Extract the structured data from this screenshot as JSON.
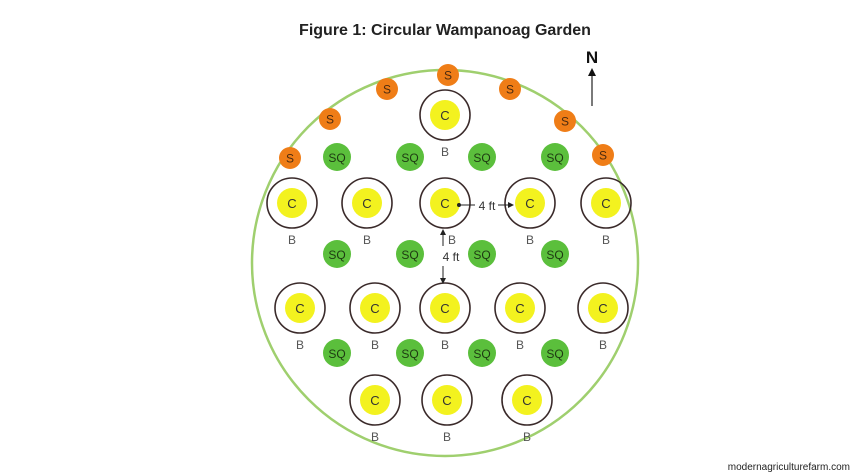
{
  "title": "Figure 1: Circular Wampanoag Garden",
  "north_label": "N",
  "labels": {
    "corn": "C",
    "beans": "B",
    "squash": "SQ",
    "sunflower": "S"
  },
  "spacing": {
    "horizontal": "4 ft",
    "vertical": "4 ft"
  },
  "colors": {
    "border": "#9fcf6e",
    "corn": "#f3f21f",
    "squash": "#5bbf3c",
    "sunflower": "#ef7d17",
    "ring": "#3a2a2a"
  },
  "watermark": "modernagriculturefarm.com"
}
